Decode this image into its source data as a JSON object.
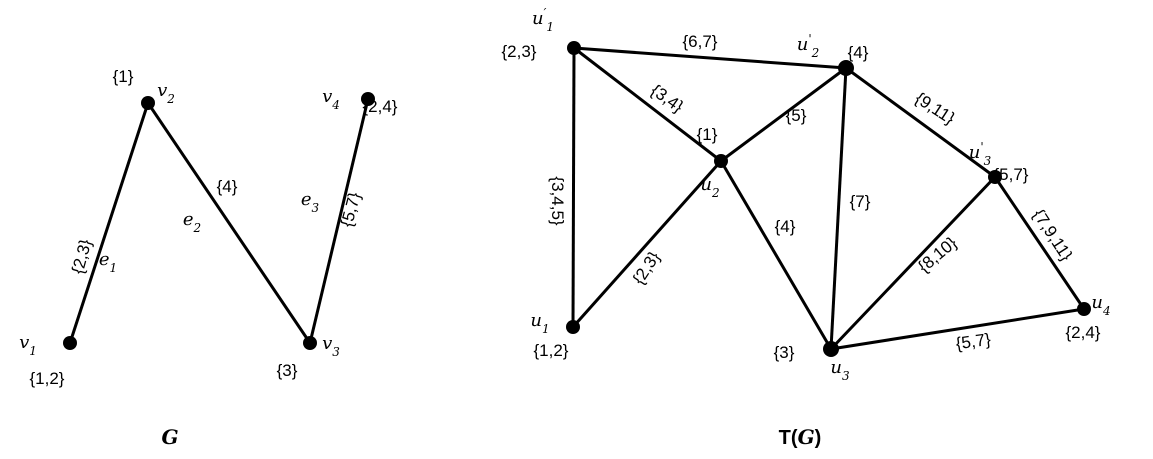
{
  "graph_g": {
    "title": "G",
    "vertices": [
      {
        "id": "v1",
        "name": "v",
        "sub": "1",
        "set": "{1,2}"
      },
      {
        "id": "v2",
        "name": "v",
        "sub": "2",
        "set": "{1}"
      },
      {
        "id": "v3",
        "name": "v",
        "sub": "3",
        "set": "{3}"
      },
      {
        "id": "v4",
        "name": "v",
        "sub": "4",
        "set": "{2,4}"
      }
    ],
    "edges": [
      {
        "id": "e1",
        "from": "v1",
        "to": "v2",
        "name": "e",
        "sub": "1",
        "set": "{2,3}"
      },
      {
        "id": "e2",
        "from": "v2",
        "to": "v3",
        "name": "e",
        "sub": "2",
        "set": "{4}"
      },
      {
        "id": "e3",
        "from": "v3",
        "to": "v4",
        "name": "e",
        "sub": "3",
        "set": "{5,7}"
      }
    ]
  },
  "graph_tg": {
    "title_prefix": "T(",
    "title_var": "G",
    "title_suffix": ")",
    "vertices": [
      {
        "id": "u1p",
        "name": "u",
        "sub": "1",
        "prime": "′",
        "set": "{2,3}"
      },
      {
        "id": "u2p",
        "name": "u",
        "sub": "2",
        "prime": "'",
        "set": "{4}"
      },
      {
        "id": "u2",
        "name": "u",
        "sub": "2",
        "prime": "",
        "set": "{1}"
      },
      {
        "id": "u3p",
        "name": "u",
        "sub": "3",
        "prime": "'",
        "set": "{5,7}"
      },
      {
        "id": "u1",
        "name": "u",
        "sub": "1",
        "prime": "",
        "set": "{1,2}"
      },
      {
        "id": "u3",
        "name": "u",
        "sub": "3",
        "prime": "",
        "set": "{3}"
      },
      {
        "id": "u4",
        "name": "u",
        "sub": "4",
        "prime": "",
        "set": "{2,4}"
      }
    ],
    "edges": [
      {
        "id": "u1p-u2p",
        "set": "{6,7}"
      },
      {
        "id": "u1p-u2",
        "set": "{3,4}"
      },
      {
        "id": "u1p-u1",
        "set": "{3,4,5}"
      },
      {
        "id": "u2-u2p",
        "set": "{5}"
      },
      {
        "id": "u2p-u3p",
        "set": "{9,11}"
      },
      {
        "id": "u2p-u3",
        "set": "{7}"
      },
      {
        "id": "u2-u1",
        "set": "{2,3}"
      },
      {
        "id": "u2-u3",
        "set": "{4}"
      },
      {
        "id": "u3p-u3",
        "set": "{8,10}"
      },
      {
        "id": "u3p-u4",
        "set": "{7,9,11}"
      },
      {
        "id": "u3-u4",
        "set": "{5,7}"
      }
    ]
  }
}
